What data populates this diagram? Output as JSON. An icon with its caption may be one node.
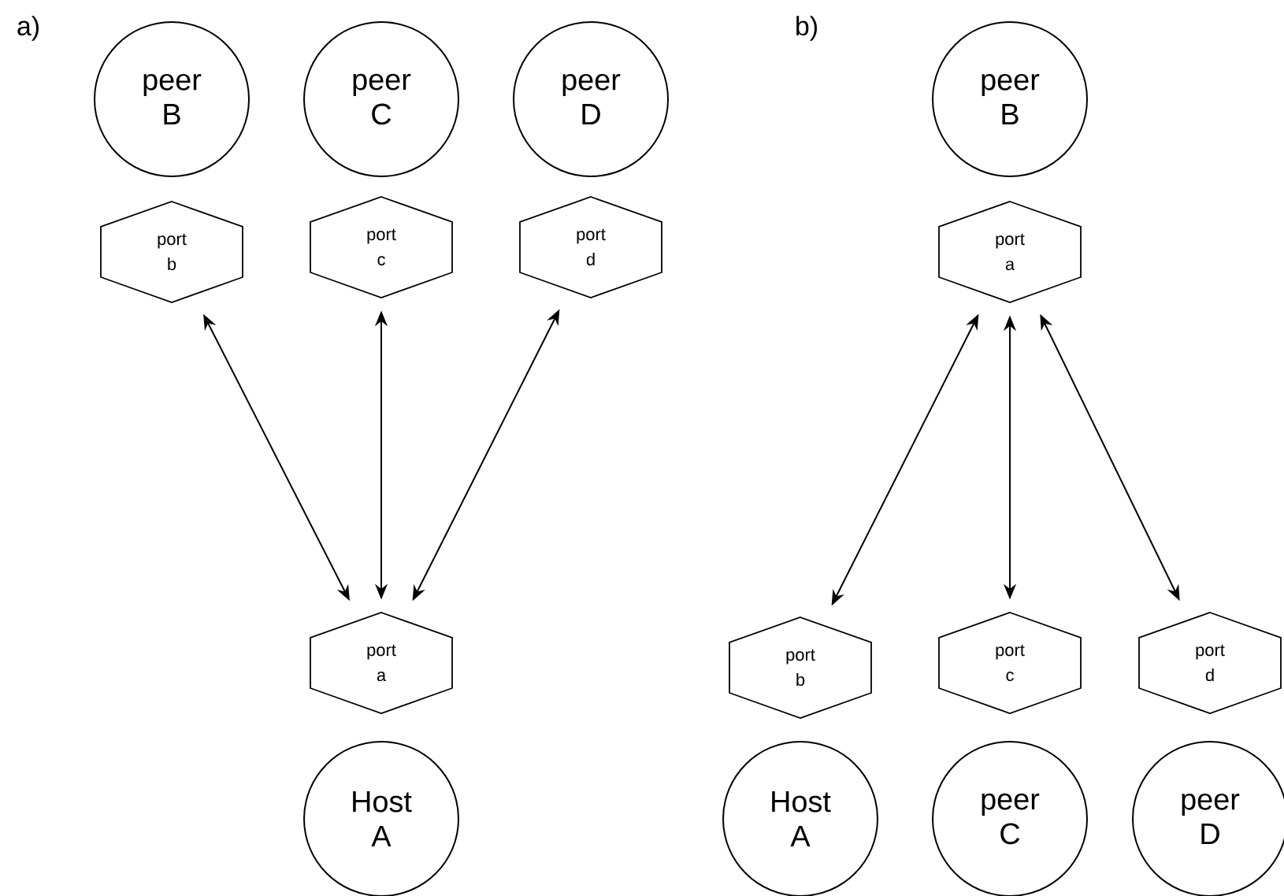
{
  "diagram": {
    "nodes": [
      {
        "text": [
          "peer B"
        ]
      },
      {
        "text": [
          "peer C"
        ]
      },
      {
        "text": [
          "peer D"
        ]
      },
      {
        "text": [
          "port b"
        ]
      },
      {
        "text": [
          "port c"
        ]
      },
      {
        "text": [
          "port d"
        ]
      },
      {
        "text": [
          "port a"
        ]
      },
      {
        "text": [
          "Host A"
        ]
      },
      {
        "text": [
          "peer B"
        ]
      },
      {
        "text": [
          "port a"
        ]
      },
      {
        "text": [
          "port b"
        ]
      },
      {
        "text": [
          "port c"
        ]
      },
      {
        "text": [
          "port d"
        ]
      },
      {
        "text": [
          "Host A"
        ]
      },
      {
        "text": [
          "peer C"
        ]
      },
      {
        "text": [
          "peer D"
        ]
      }
    ],
    "edges": [
      {
        "from": 6,
        "to": 3,
        "arrow": "both"
      },
      {
        "from": 6,
        "to": 4,
        "arrow": "both"
      },
      {
        "from": 6,
        "to": 5,
        "arrow": "both"
      },
      {
        "from": 9,
        "to": 10,
        "arrow": "both"
      },
      {
        "from": 9,
        "to": 11,
        "arrow": "both"
      },
      {
        "from": 9,
        "to": 12,
        "arrow": "both"
      }
    ],
    "labels": [
      "a)",
      "b)"
    ]
  }
}
